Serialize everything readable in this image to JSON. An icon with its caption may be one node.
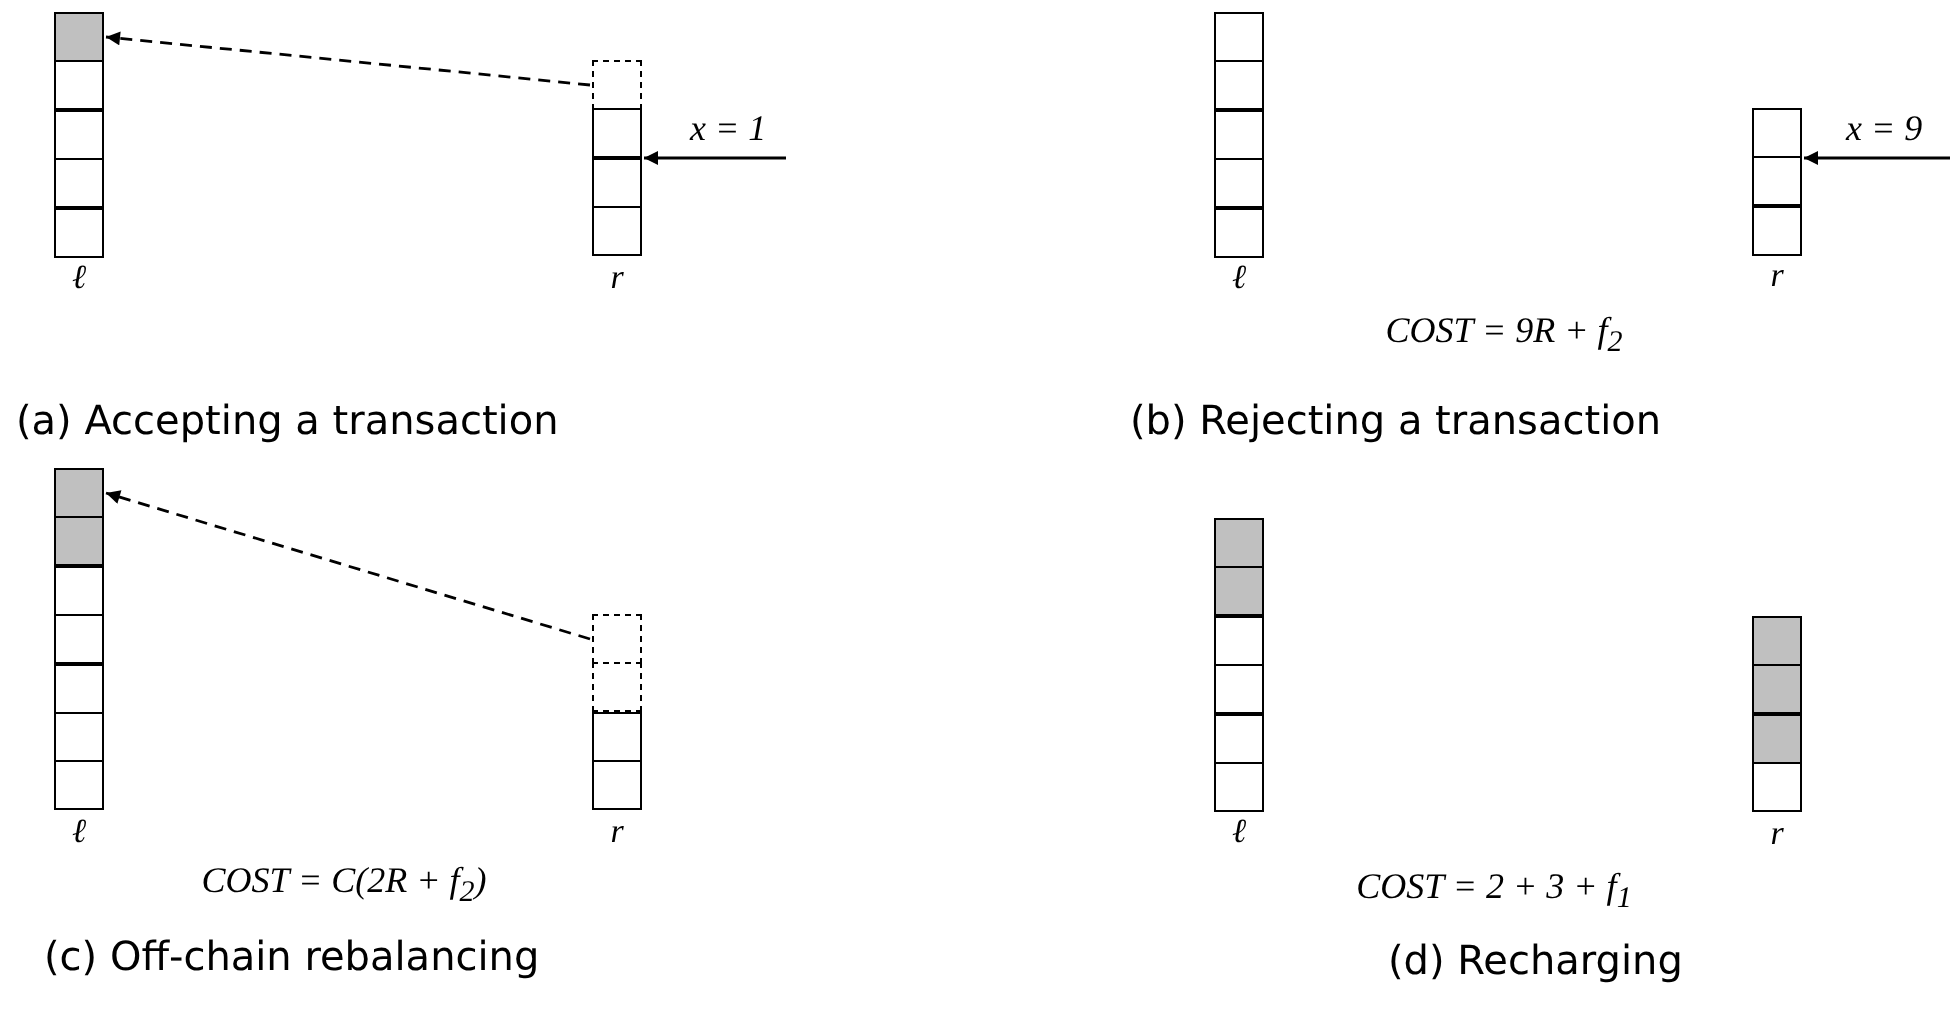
{
  "diagram": {
    "nodes": [
      {
        "text": [
          "ℓ"
        ]
      },
      {
        "text": [],
        "shape": "box",
        "in": 0
      },
      {
        "text": [],
        "shape": "box",
        "in": 0
      },
      {
        "text": [],
        "shape": "box",
        "in": 0
      },
      {
        "text": [],
        "shape": "box",
        "in": 0
      },
      {
        "text": [],
        "shape": "box",
        "in": 0
      },
      {
        "text": [
          "r"
        ]
      },
      {
        "text": [],
        "shape": "box",
        "in": 6
      },
      {
        "text": [],
        "shape": "box",
        "in": 6
      },
      {
        "text": [],
        "shape": "box",
        "in": 6
      },
      {
        "text": [],
        "shape": "box",
        "in": 6
      },
      {
        "text": [
          "ℓ"
        ]
      },
      {
        "text": [],
        "shape": "box",
        "in": 11
      },
      {
        "text": [],
        "shape": "box",
        "in": 11
      },
      {
        "text": [],
        "shape": "box",
        "in": 11
      },
      {
        "text": [],
        "shape": "box",
        "in": 11
      },
      {
        "text": [],
        "shape": "box",
        "in": 11
      },
      {
        "text": [
          "r"
        ]
      },
      {
        "text": [],
        "shape": "box",
        "in": 17
      },
      {
        "text": [],
        "shape": "box",
        "in": 17
      },
      {
        "text": [],
        "shape": "box",
        "in": 17
      },
      {
        "text": [
          "ℓ"
        ]
      },
      {
        "text": [],
        "shape": "box",
        "in": 21
      },
      {
        "text": [],
        "shape": "box",
        "in": 21
      },
      {
        "text": [],
        "shape": "box",
        "in": 21
      },
      {
        "text": [],
        "shape": "box",
        "in": 21
      },
      {
        "text": [],
        "shape": "box",
        "in": 21
      },
      {
        "text": [],
        "shape": "box",
        "in": 21
      },
      {
        "text": [],
        "shape": "box",
        "in": 21
      },
      {
        "text": [
          "r"
        ]
      },
      {
        "text": [],
        "shape": "box",
        "in": 29
      },
      {
        "text": [],
        "shape": "box",
        "in": 29
      },
      {
        "text": [],
        "shape": "box",
        "in": 29
      },
      {
        "text": [],
        "shape": "box",
        "in": 29
      },
      {
        "text": [
          "ℓ"
        ]
      },
      {
        "text": [],
        "shape": "box",
        "in": 34
      },
      {
        "text": [],
        "shape": "box",
        "in": 34
      },
      {
        "text": [],
        "shape": "box",
        "in": 34
      },
      {
        "text": [],
        "shape": "box",
        "in": 34
      },
      {
        "text": [],
        "shape": "box",
        "in": 34
      },
      {
        "text": [],
        "shape": "box",
        "in": 34
      },
      {
        "text": [
          "r"
        ]
      },
      {
        "text": [],
        "shape": "box",
        "in": 41
      },
      {
        "text": [],
        "shape": "box",
        "in": 41
      },
      {
        "text": [],
        "shape": "box",
        "in": 41
      },
      {
        "text": [],
        "shape": "box",
        "in": 41
      }
    ],
    "edges": [
      {
        "from": 7,
        "to": 1,
        "arrow": "to",
        "style": "dashed"
      },
      {
        "from": null,
        "to": 6,
        "arrow": "to",
        "label": "x = 1"
      },
      {
        "from": null,
        "to": 17,
        "arrow": "to",
        "label": "x = 9"
      },
      {
        "from": 30,
        "to": 22,
        "arrow": "to",
        "style": "dashed"
      }
    ],
    "labels": [
      "COST = 9R + f$_{2}$",
      "(a) Accepting a transaction",
      "(b) Rejecting a transaction",
      "COST = C(2R + f$_{2}$)",
      "COST = 2 + 3 + f$_{1}$",
      "(c) Off-chain rebalancing",
      "(d) Recharging"
    ]
  }
}
